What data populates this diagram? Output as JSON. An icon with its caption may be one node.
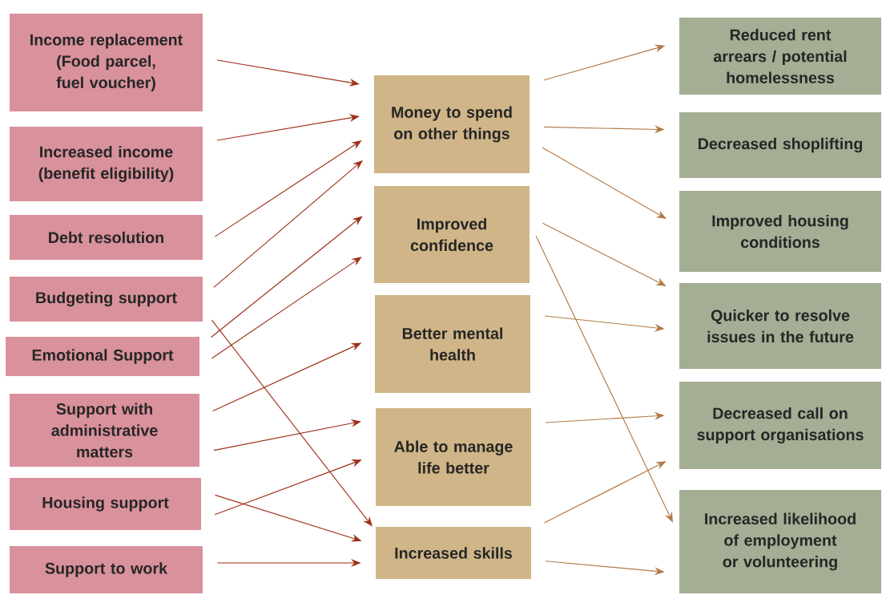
{
  "diagram": {
    "nodes": [
      {
        "text": [
          "Income replacement (Food parcel, fuel voucher)"
        ]
      },
      {
        "text": [
          "Increased income (benefit eligibility)"
        ]
      },
      {
        "text": [
          "Debt resolution"
        ]
      },
      {
        "text": [
          "Budgeting support"
        ]
      },
      {
        "text": [
          "Emotional Support"
        ]
      },
      {
        "text": [
          "Support with administrative matters"
        ]
      },
      {
        "text": [
          "Housing support"
        ]
      },
      {
        "text": [
          "Support to work"
        ]
      },
      {
        "text": [
          "Money to spend on other things"
        ]
      },
      {
        "text": [
          "Improved confidence"
        ]
      },
      {
        "text": [
          "Better mental health"
        ]
      },
      {
        "text": [
          "Able to manage life better"
        ]
      },
      {
        "text": [
          "Increased skills"
        ]
      },
      {
        "text": [
          "Reduced rent arrears / potential homelessness"
        ]
      },
      {
        "text": [
          "Decreased shoplifting"
        ]
      },
      {
        "text": [
          "Improved housing conditions"
        ]
      },
      {
        "text": [
          "Quicker to resolve issues in the future"
        ]
      },
      {
        "text": [
          "Decreased call on support organisations"
        ]
      },
      {
        "text": [
          "Increased likelihood of employment or volunteering"
        ]
      }
    ],
    "edges": [
      {
        "from": 0,
        "to": 8,
        "arrow": "to"
      },
      {
        "from": 1,
        "to": 8,
        "arrow": "to"
      },
      {
        "from": 2,
        "to": 8,
        "arrow": "to"
      },
      {
        "from": 3,
        "to": 8,
        "arrow": "to"
      },
      {
        "from": 3,
        "to": 12,
        "arrow": "to"
      },
      {
        "from": 4,
        "to": 9,
        "arrow": "to"
      },
      {
        "from": 4,
        "to": 9,
        "arrow": "to"
      },
      {
        "from": 5,
        "to": 10,
        "arrow": "to"
      },
      {
        "from": 5,
        "to": 11,
        "arrow": "to"
      },
      {
        "from": 6,
        "to": 11,
        "arrow": "to"
      },
      {
        "from": 6,
        "to": 12,
        "arrow": "to"
      },
      {
        "from": 7,
        "to": 12,
        "arrow": "to"
      },
      {
        "from": 8,
        "to": 13,
        "arrow": "to",
        "color": "#b07a45"
      },
      {
        "from": 8,
        "to": 14,
        "arrow": "to",
        "color": "#b07a45"
      },
      {
        "from": 8,
        "to": 15,
        "arrow": "to",
        "color": "#b07a45"
      },
      {
        "from": 9,
        "to": 16,
        "arrow": "to",
        "color": "#b07a45"
      },
      {
        "from": 9,
        "to": 18,
        "arrow": "to",
        "color": "#b07a45"
      },
      {
        "from": 10,
        "to": 16,
        "arrow": "to",
        "color": "#b07a45"
      },
      {
        "from": 11,
        "to": 17,
        "arrow": "to",
        "color": "#b07a45"
      },
      {
        "from": 12,
        "to": 17,
        "arrow": "to",
        "color": "#b07a45"
      },
      {
        "from": 12,
        "to": 18,
        "arrow": "to",
        "color": "#b07a45"
      }
    ]
  }
}
